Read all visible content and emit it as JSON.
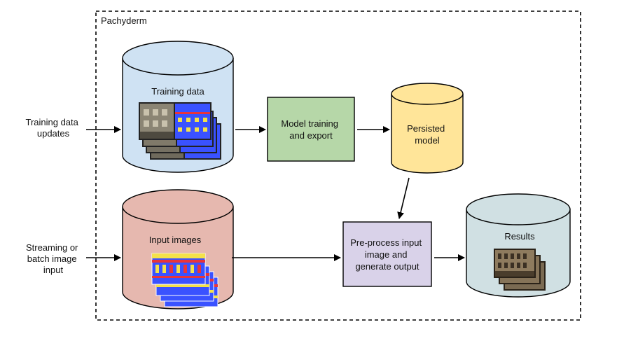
{
  "container": {
    "label": "Pachyderm"
  },
  "inputs": {
    "training_updates": [
      "Training data",
      "updates"
    ],
    "streaming_input": [
      "Streaming or",
      "batch image",
      "input"
    ]
  },
  "nodes": {
    "training_data": {
      "label": "Training data",
      "color": "#cfe2f3"
    },
    "model_training": {
      "label": [
        "Model training",
        "and export"
      ],
      "color": "#b6d7a8"
    },
    "persisted_model": {
      "label": [
        "Persisted",
        "model"
      ],
      "color": "#ffe599"
    },
    "input_images": {
      "label": "Input images",
      "color": "#e6b8af"
    },
    "preprocess": {
      "label": [
        "Pre-process input",
        "image and",
        "generate output"
      ],
      "color": "#d9d2e9"
    },
    "results": {
      "label": "Results",
      "color": "#d0e0e3"
    }
  },
  "colors": {
    "stroke": "#000000",
    "accent_blue": "#3a52ff",
    "accent_red": "#e8343b",
    "accent_yellow": "#f4e14a"
  }
}
